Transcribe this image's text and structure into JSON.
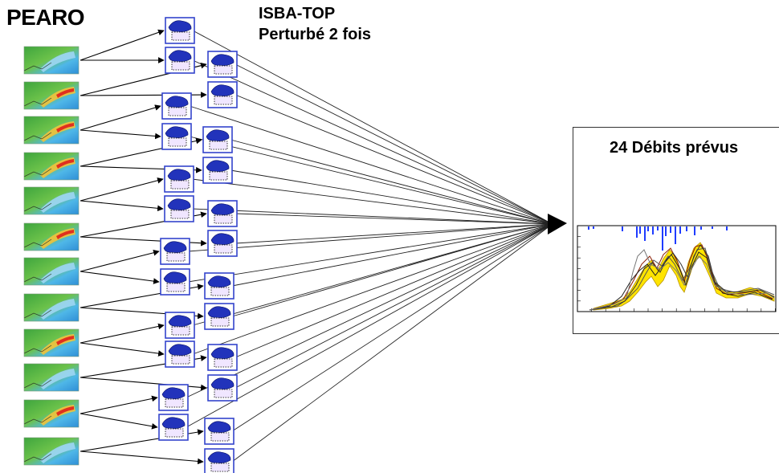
{
  "labels": {
    "pearo": "PEARO",
    "isba_line1": "ISBA-TOP",
    "isba_line2": "Perturbé 2 fois",
    "output": "24 Débits prévus"
  },
  "ensemble": {
    "input_maps": 12,
    "perturbations_per_map": 2,
    "discharge_forecasts": 24
  },
  "colors": {
    "basin_fill": "#2233bb",
    "box_border": "#3344cc",
    "arrow": "#000000",
    "forecast_band": "#ffe400",
    "rain_bars": "#1f3cff"
  }
}
